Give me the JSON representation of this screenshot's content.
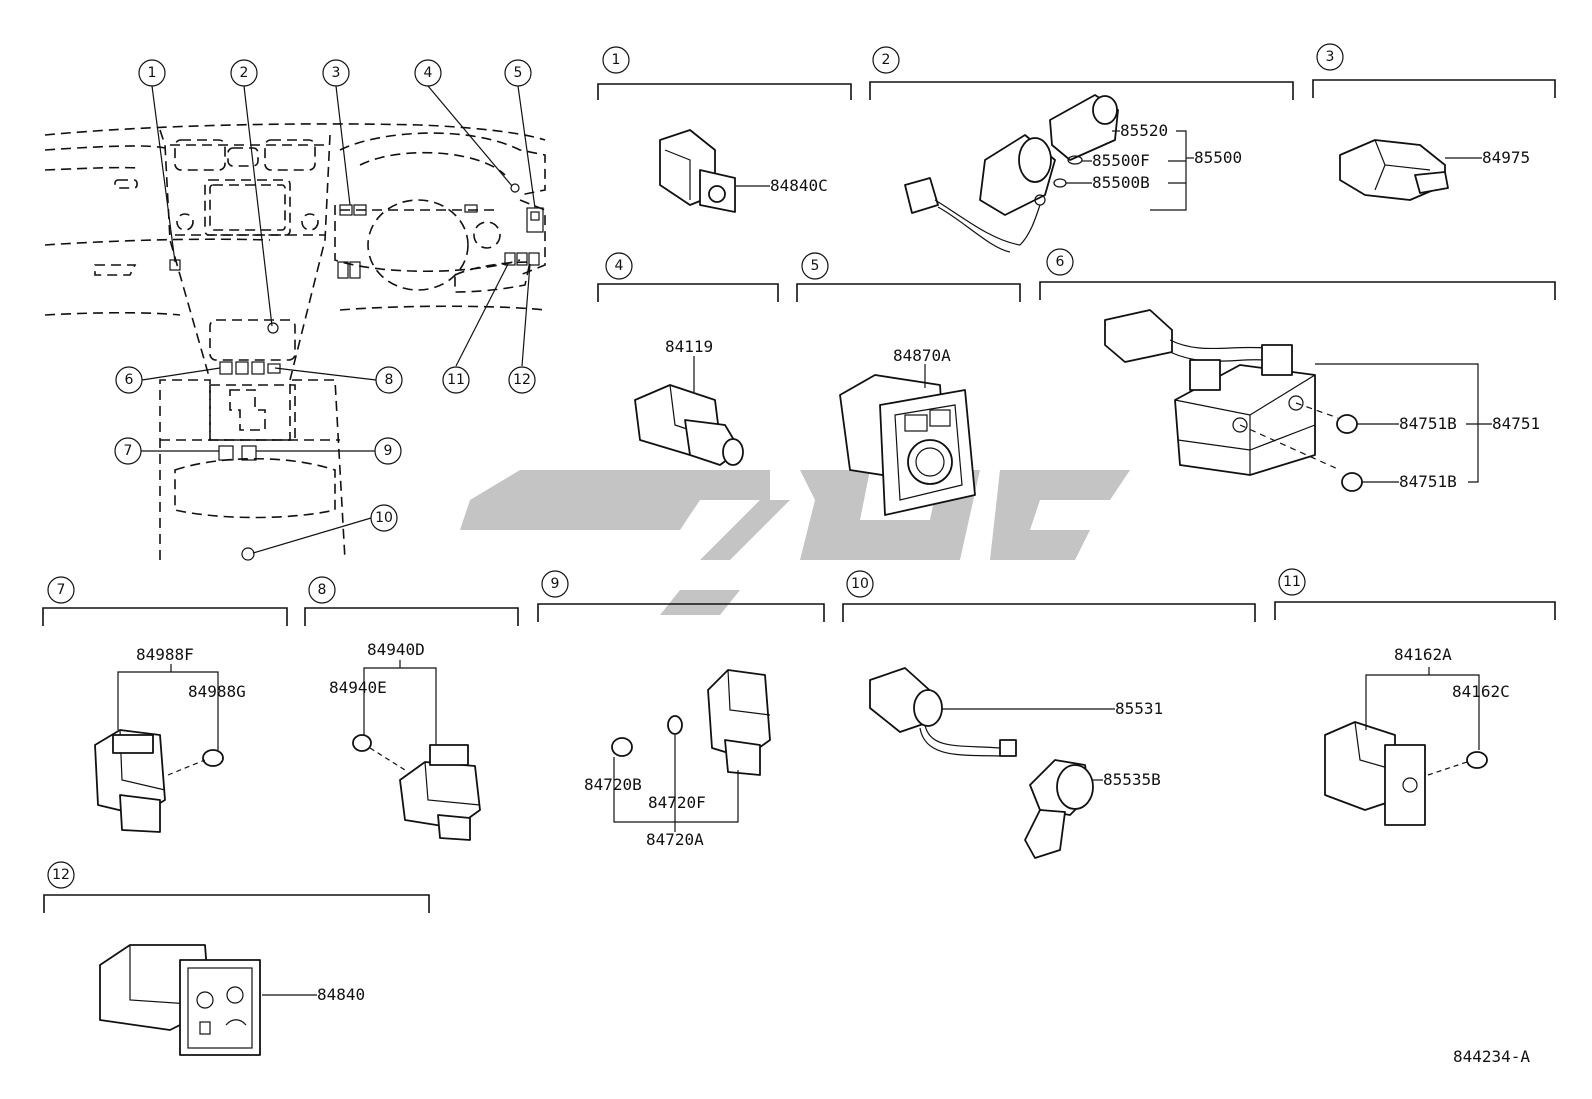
{
  "diagram_code": "844234-A",
  "locator_callouts": [
    "1",
    "2",
    "3",
    "4",
    "5",
    "6",
    "7",
    "8",
    "9",
    "10",
    "11",
    "12"
  ],
  "sections": [
    {
      "id": "1",
      "parts": [
        {
          "label": "84840C"
        }
      ]
    },
    {
      "id": "2",
      "parts": [
        {
          "label": "85520"
        },
        {
          "label": "85500F"
        },
        {
          "label": "85500B"
        },
        {
          "label": "85500"
        }
      ]
    },
    {
      "id": "3",
      "parts": [
        {
          "label": "84975"
        }
      ]
    },
    {
      "id": "4",
      "parts": [
        {
          "label": "84119"
        }
      ]
    },
    {
      "id": "5",
      "parts": [
        {
          "label": "84870A"
        }
      ]
    },
    {
      "id": "6",
      "parts": [
        {
          "label": "84751B"
        },
        {
          "label": "84751"
        },
        {
          "label": "84751B"
        }
      ]
    },
    {
      "id": "7",
      "parts": [
        {
          "label": "84988F"
        },
        {
          "label": "84988G"
        }
      ]
    },
    {
      "id": "8",
      "parts": [
        {
          "label": "84940D"
        },
        {
          "label": "84940E"
        }
      ]
    },
    {
      "id": "9",
      "parts": [
        {
          "label": "84720B"
        },
        {
          "label": "84720F"
        },
        {
          "label": "84720A"
        }
      ]
    },
    {
      "id": "10",
      "parts": [
        {
          "label": "85531"
        },
        {
          "label": "85535B"
        }
      ]
    },
    {
      "id": "11",
      "parts": [
        {
          "label": "84162A"
        },
        {
          "label": "84162C"
        }
      ]
    },
    {
      "id": "12",
      "parts": [
        {
          "label": "84840"
        }
      ]
    }
  ],
  "colors": {
    "line": "#111111",
    "watermark": "#c4c4c4",
    "background": "#ffffff"
  }
}
